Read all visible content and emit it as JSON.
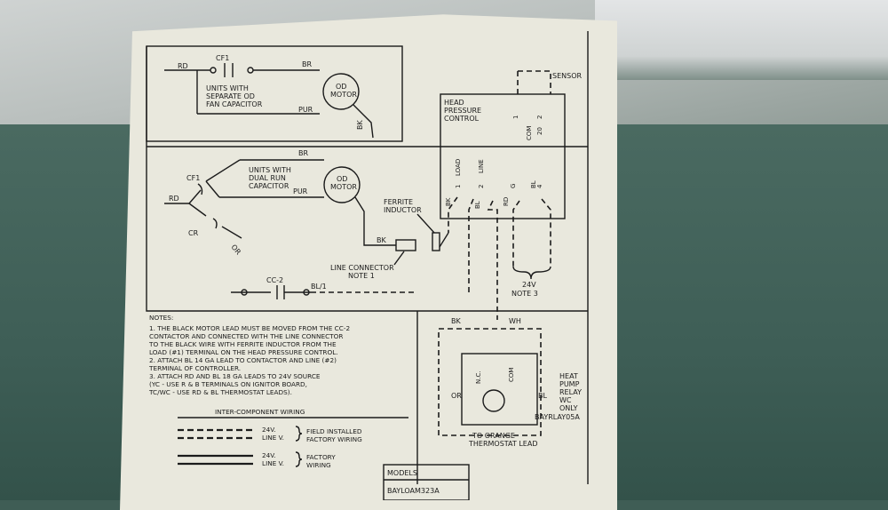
{
  "labels": {
    "rd1": "RD",
    "cf1a": "CF1",
    "br1": "BR",
    "sep1": "UNITS WITH",
    "sep2": "SEPARATE OD",
    "sep3": "FAN CAPACITOR",
    "od1a": "OD",
    "od1b": "MOTOR",
    "pur1": "PUR",
    "bk1": "BK",
    "cf1b": "CF1",
    "dual1": "UNITS WITH",
    "dual2": "DUAL RUN",
    "dual3": "CAPACITOR",
    "br2": "BR",
    "rd2": "RD",
    "pur2": "PUR",
    "od2a": "OD",
    "od2b": "MOTOR",
    "cr": "CR",
    "or1": "OR",
    "ferrite1": "FERRITE",
    "ferrite2": "INDUCTOR",
    "bk2": "BK",
    "lineconn1": "LINE CONNECTOR",
    "lineconn2": "NOTE 1",
    "cc2": "CC-2",
    "bl1": "BL/1",
    "sensor": "SENSOR",
    "hp1": "HEAD",
    "hp2": "PRESSURE",
    "hp3": "CONTROL",
    "t1": "1",
    "tcom": "COM",
    "t2": "2",
    "t20": "20",
    "tload": "LOAD",
    "tline": "LINE",
    "tg": "G",
    "tbl": "BL",
    "t1b": "1",
    "t2b": "2",
    "t4": "4",
    "tbk": "BK",
    "tbl2": "BL",
    "trd": "RD",
    "v24": "24V",
    "note3": "NOTE 3",
    "bk3": "BK",
    "wh": "WH",
    "or2": "OR",
    "bl3": "BL",
    "nc": "N.C.",
    "com": "COM",
    "relay1": "HEAT",
    "relay2": "PUMP",
    "relay3": "RELAY",
    "relay4": "WC",
    "relay5": "ONLY",
    "relaymodel": "BAYRLAY05A",
    "orange1": "TO ORANGE",
    "orange2": "THERMOSTAT LEAD"
  },
  "notes": {
    "title": "NOTES:",
    "lines": [
      "1. THE BLACK MOTOR LEAD MUST BE MOVED FROM THE CC-2",
      "   CONTACTOR AND CONNECTED WITH THE LINE CONNECTOR",
      "   TO THE BLACK WIRE WITH FERRITE INDUCTOR FROM THE",
      "   LOAD (#1) TERMINAL ON THE HEAD PRESSURE CONTROL.",
      "2. ATTACH BL 14 GA LEAD TO CONTACTOR AND LINE (#2)",
      "   TERMINAL OF CONTROLLER.",
      "3. ATTACH RD AND BL 18 GA LEADS TO 24V SOURCE",
      "   (YC - USE R & B TERMINALS ON IGNITOR BOARD,",
      "   TC/WC - USE RD & BL THERMOSTAT LEADS)."
    ]
  },
  "legend": {
    "title": "INTER-COMPONENT WIRING",
    "v24a": "24V.",
    "linev_a": "LINE V.",
    "field": "FIELD INSTALLED",
    "factory_a": "FACTORY WIRING",
    "v24b": "24V.",
    "linev_b": "LINE V.",
    "factory_b1": "FACTORY",
    "factory_b2": "WIRING"
  },
  "models": {
    "title": "MODELS",
    "value": "BAYLOAM323A"
  }
}
